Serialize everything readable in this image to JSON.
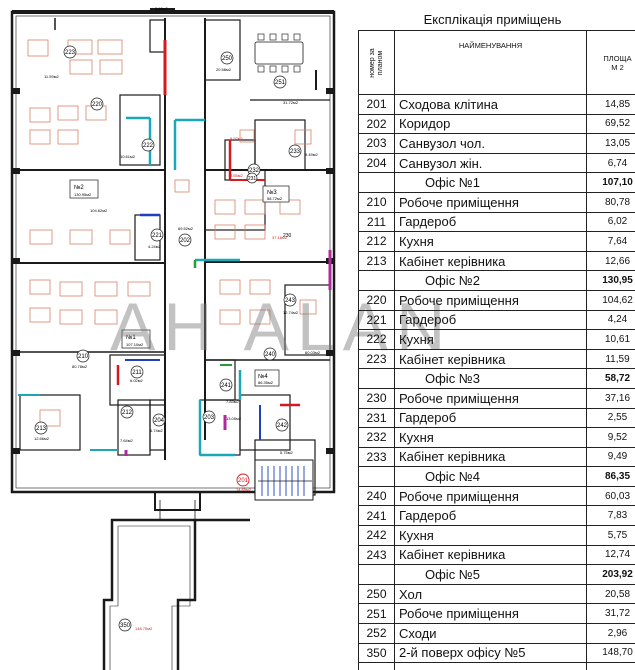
{
  "explication": {
    "title": "Експлікація приміщень",
    "header_num": "номер за планом",
    "header_name": "НАЙМЕНУВАННЯ",
    "header_area_line1": "ПЛОЩА",
    "header_area_line2": "М 2"
  },
  "rows": [
    {
      "num": "201",
      "name": "Сходова клітина",
      "area": "14,85",
      "office": false
    },
    {
      "num": "202",
      "name": "Коридор",
      "area": "69,52",
      "office": false
    },
    {
      "num": "203",
      "name": "Санвузол чол.",
      "area": "13,05",
      "office": false
    },
    {
      "num": "204",
      "name": "Санвузол жін.",
      "area": "6,74",
      "office": false
    },
    {
      "num": "",
      "name": "Офіс №1",
      "area": "107,10",
      "office": true
    },
    {
      "num": "210",
      "name": "Робоче приміщення",
      "area": "80,78",
      "office": false
    },
    {
      "num": "211",
      "name": "Гардероб",
      "area": "6,02",
      "office": false
    },
    {
      "num": "212",
      "name": "Кухня",
      "area": "7,64",
      "office": false
    },
    {
      "num": "213",
      "name": "Кабінет керівника",
      "area": "12,66",
      "office": false
    },
    {
      "num": "",
      "name": "Офіс №2",
      "area": "130,95",
      "office": true
    },
    {
      "num": "220",
      "name": "Робоче приміщення",
      "area": "104,62",
      "office": false
    },
    {
      "num": "221",
      "name": "Гардероб",
      "area": "4,24",
      "office": false
    },
    {
      "num": "222",
      "name": "Кухня",
      "area": "10,61",
      "office": false
    },
    {
      "num": "223",
      "name": "Кабінет керівника",
      "area": "11,59",
      "office": false
    },
    {
      "num": "",
      "name": "Офіс №3",
      "area": "58,72",
      "office": true
    },
    {
      "num": "230",
      "name": "Робоче приміщення",
      "area": "37,16",
      "office": false
    },
    {
      "num": "231",
      "name": "Гардероб",
      "area": "2,55",
      "office": false
    },
    {
      "num": "232",
      "name": "Кухня",
      "area": "9,52",
      "office": false
    },
    {
      "num": "233",
      "name": "Кабінет керівника",
      "area": "9,49",
      "office": false
    },
    {
      "num": "",
      "name": "Офіс №4",
      "area": "86,35",
      "office": true
    },
    {
      "num": "240",
      "name": "Робоче приміщення",
      "area": "60,03",
      "office": false
    },
    {
      "num": "241",
      "name": "Гардероб",
      "area": "7,83",
      "office": false
    },
    {
      "num": "242",
      "name": "Кухня",
      "area": "5,75",
      "office": false
    },
    {
      "num": "243",
      "name": "Кабінет керівника",
      "area": "12,74",
      "office": false
    },
    {
      "num": "",
      "name": "Офіс №5",
      "area": "203,92",
      "office": true
    },
    {
      "num": "250",
      "name": "Хол",
      "area": "20,58",
      "office": false
    },
    {
      "num": "251",
      "name": "Робоче приміщення",
      "area": "31,72",
      "office": false
    },
    {
      "num": "252",
      "name": "Сходи",
      "area": "2,96",
      "office": false
    },
    {
      "num": "350",
      "name": "2-й поверх офісу №5",
      "area": "148,70",
      "office": false
    }
  ],
  "plan": {
    "room_labels": [
      {
        "id": "223",
        "area": "11.59м2"
      },
      {
        "id": "220",
        "area": ""
      },
      {
        "id": "222",
        "area": "10.61м2"
      },
      {
        "id": "221",
        "area": "4.24м2"
      },
      {
        "id": "250",
        "area": "20.58м2"
      },
      {
        "id": "251",
        "area": "31.72м2"
      },
      {
        "id": "232",
        "area": "9.52м2"
      },
      {
        "id": "233",
        "area": "9.49м2"
      },
      {
        "id": "231",
        "area": "2.55м2"
      },
      {
        "id": "230",
        "area": "37.16м2"
      },
      {
        "id": "202",
        "area": "69.52м2"
      },
      {
        "id": "243",
        "area": "12.74м2"
      },
      {
        "id": "240",
        "area": "60.03м2"
      },
      {
        "id": "210",
        "area": "80.78м2"
      },
      {
        "id": "211",
        "area": "6.02м2"
      },
      {
        "id": "212",
        "area": "7.64м2"
      },
      {
        "id": "204",
        "area": "6.74м2"
      },
      {
        "id": "213",
        "area": "12.66м2"
      },
      {
        "id": "241",
        "area": "7.83м2"
      },
      {
        "id": "203",
        "area": "13.05м2"
      },
      {
        "id": "242",
        "area": "5.75м2"
      },
      {
        "id": "201",
        "area": "14.85м2"
      },
      {
        "id": "350",
        "area": "148.70м2"
      }
    ],
    "office_tags": [
      {
        "label": "№2",
        "area": "130.95м2"
      },
      {
        "label": "№3",
        "area": "58.72м2"
      },
      {
        "label": "№1",
        "area": "107.10м2"
      },
      {
        "label": "№4",
        "area": "86.35м2"
      }
    ],
    "area_220": "104.62м2",
    "area_stair": "2.96м2"
  },
  "watermark": "AH ALAN",
  "colors": {
    "wall": "#1a1a1a",
    "cyan": "#1aa8b8",
    "red": "#d4191f",
    "blue": "#1f3fbf",
    "magenta": "#b0289c",
    "green": "#2a9a3a",
    "furniture": "#d9836a"
  }
}
